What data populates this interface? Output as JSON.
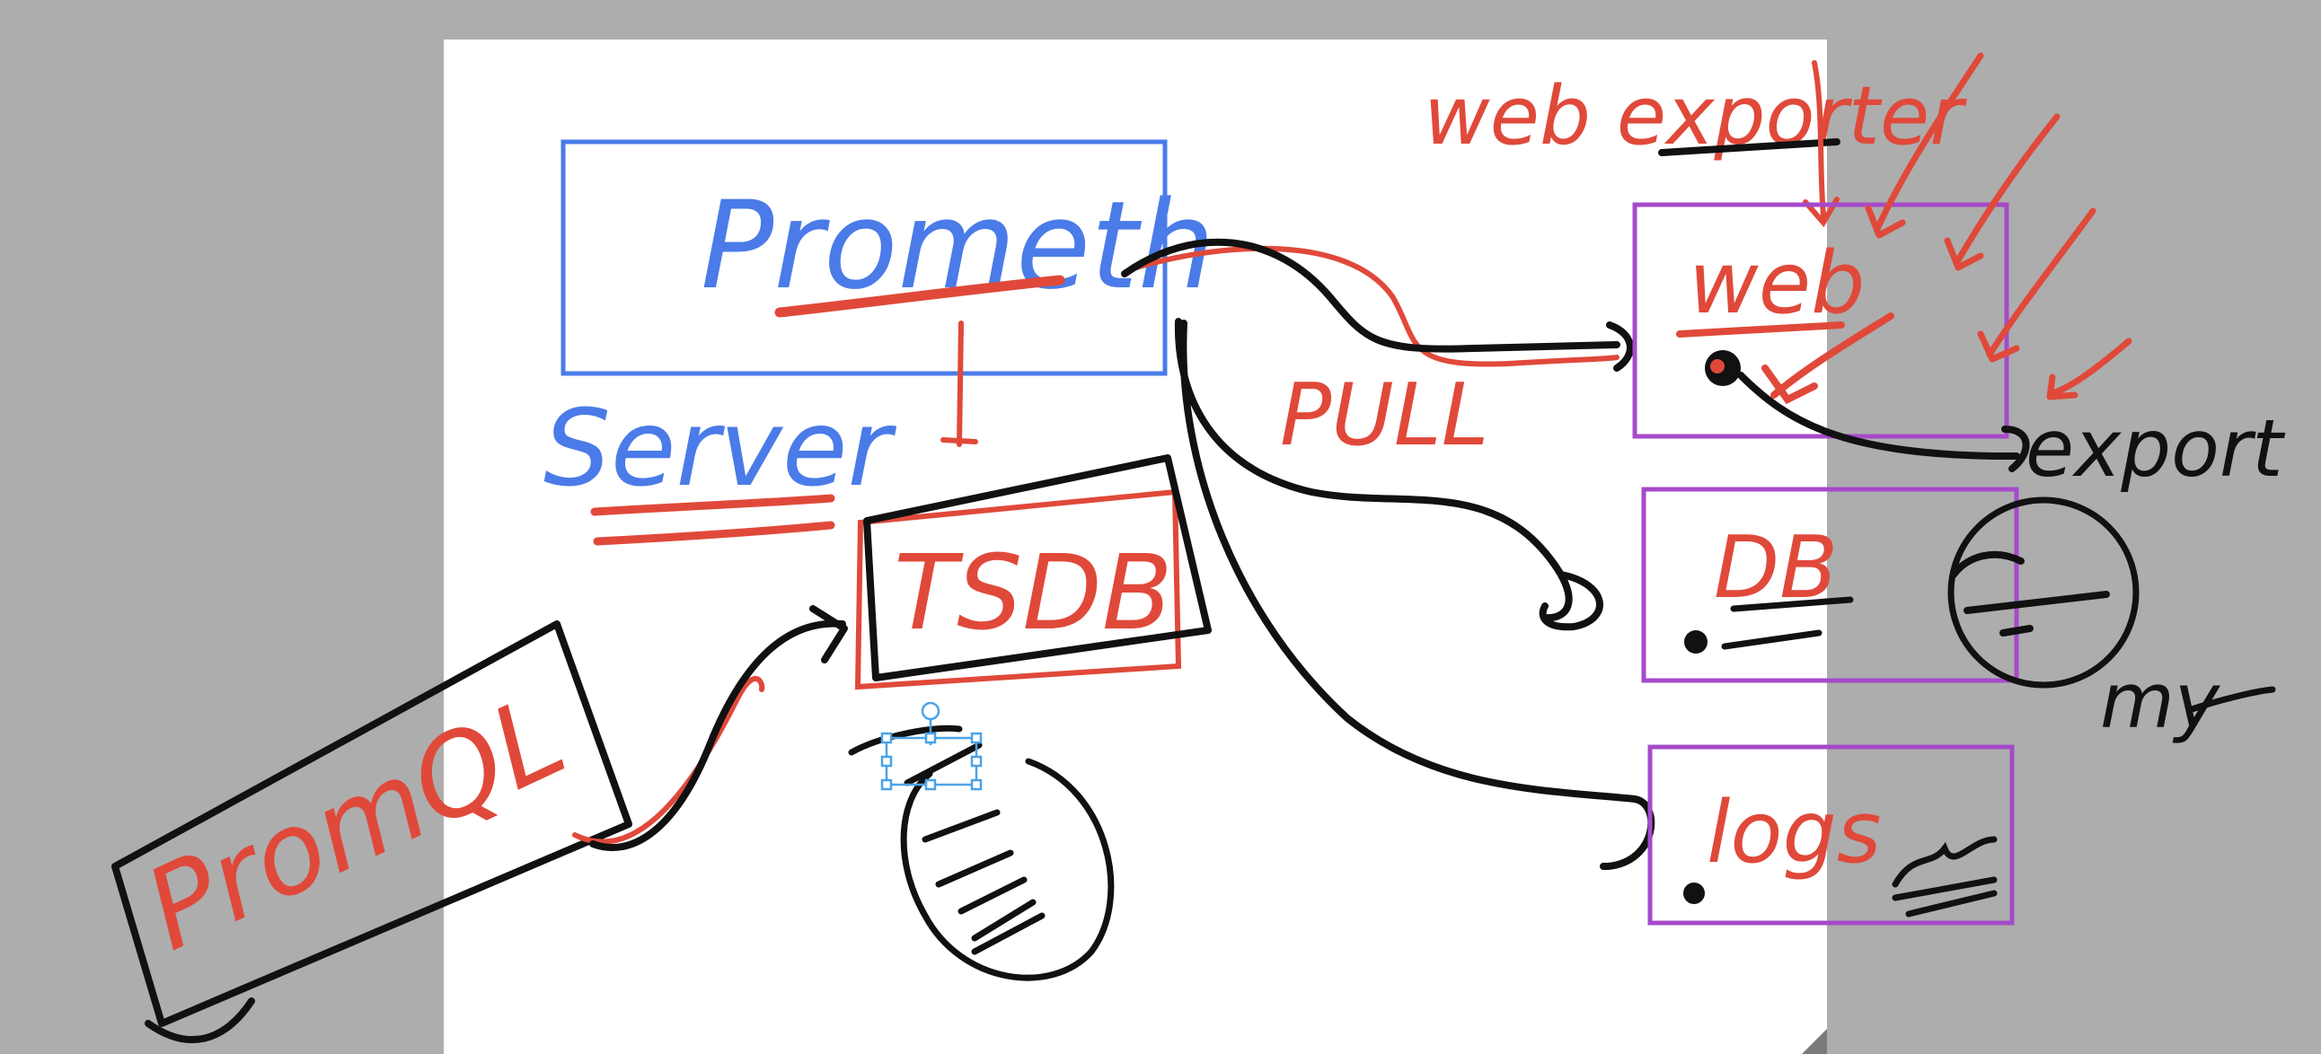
{
  "colors": {
    "background": "#adadad",
    "page": "#ffffff",
    "blue_ink": "#4a7be8",
    "red_ink": "#e0493a",
    "black_ink": "#111111",
    "purple_box": "#a64ac9",
    "selection": "#4aa3e8"
  },
  "labels": {
    "prometheus": "Prometh",
    "server": "Server",
    "tsdb": "TSDB",
    "promql": "PromQL",
    "pull": "PULL",
    "web_exporter": "web exporter",
    "web": "web",
    "db": "DB",
    "logs": "logs",
    "export": "export",
    "my": "my"
  },
  "icons": {
    "selection_handles": "selection-handles-icon",
    "page_corner": "page-corner-icon"
  }
}
